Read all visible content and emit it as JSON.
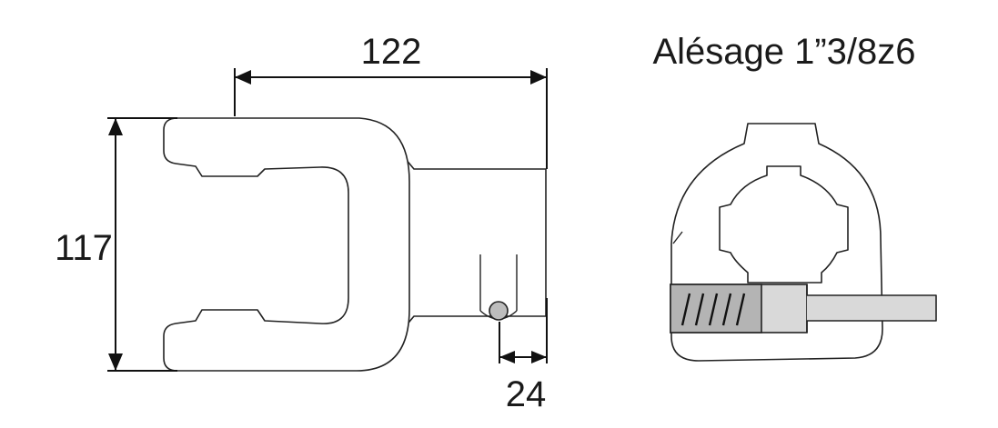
{
  "dimensions": {
    "length": "122",
    "height": "117",
    "pin_offset": "24"
  },
  "bore_label": "Alésage 1”3/8z6",
  "colors": {
    "line": "#222222",
    "background": "#ffffff",
    "clamp_light": "#d9d9d9",
    "clamp_dark": "#b4b4b4",
    "pin": "#bdbdbd"
  }
}
